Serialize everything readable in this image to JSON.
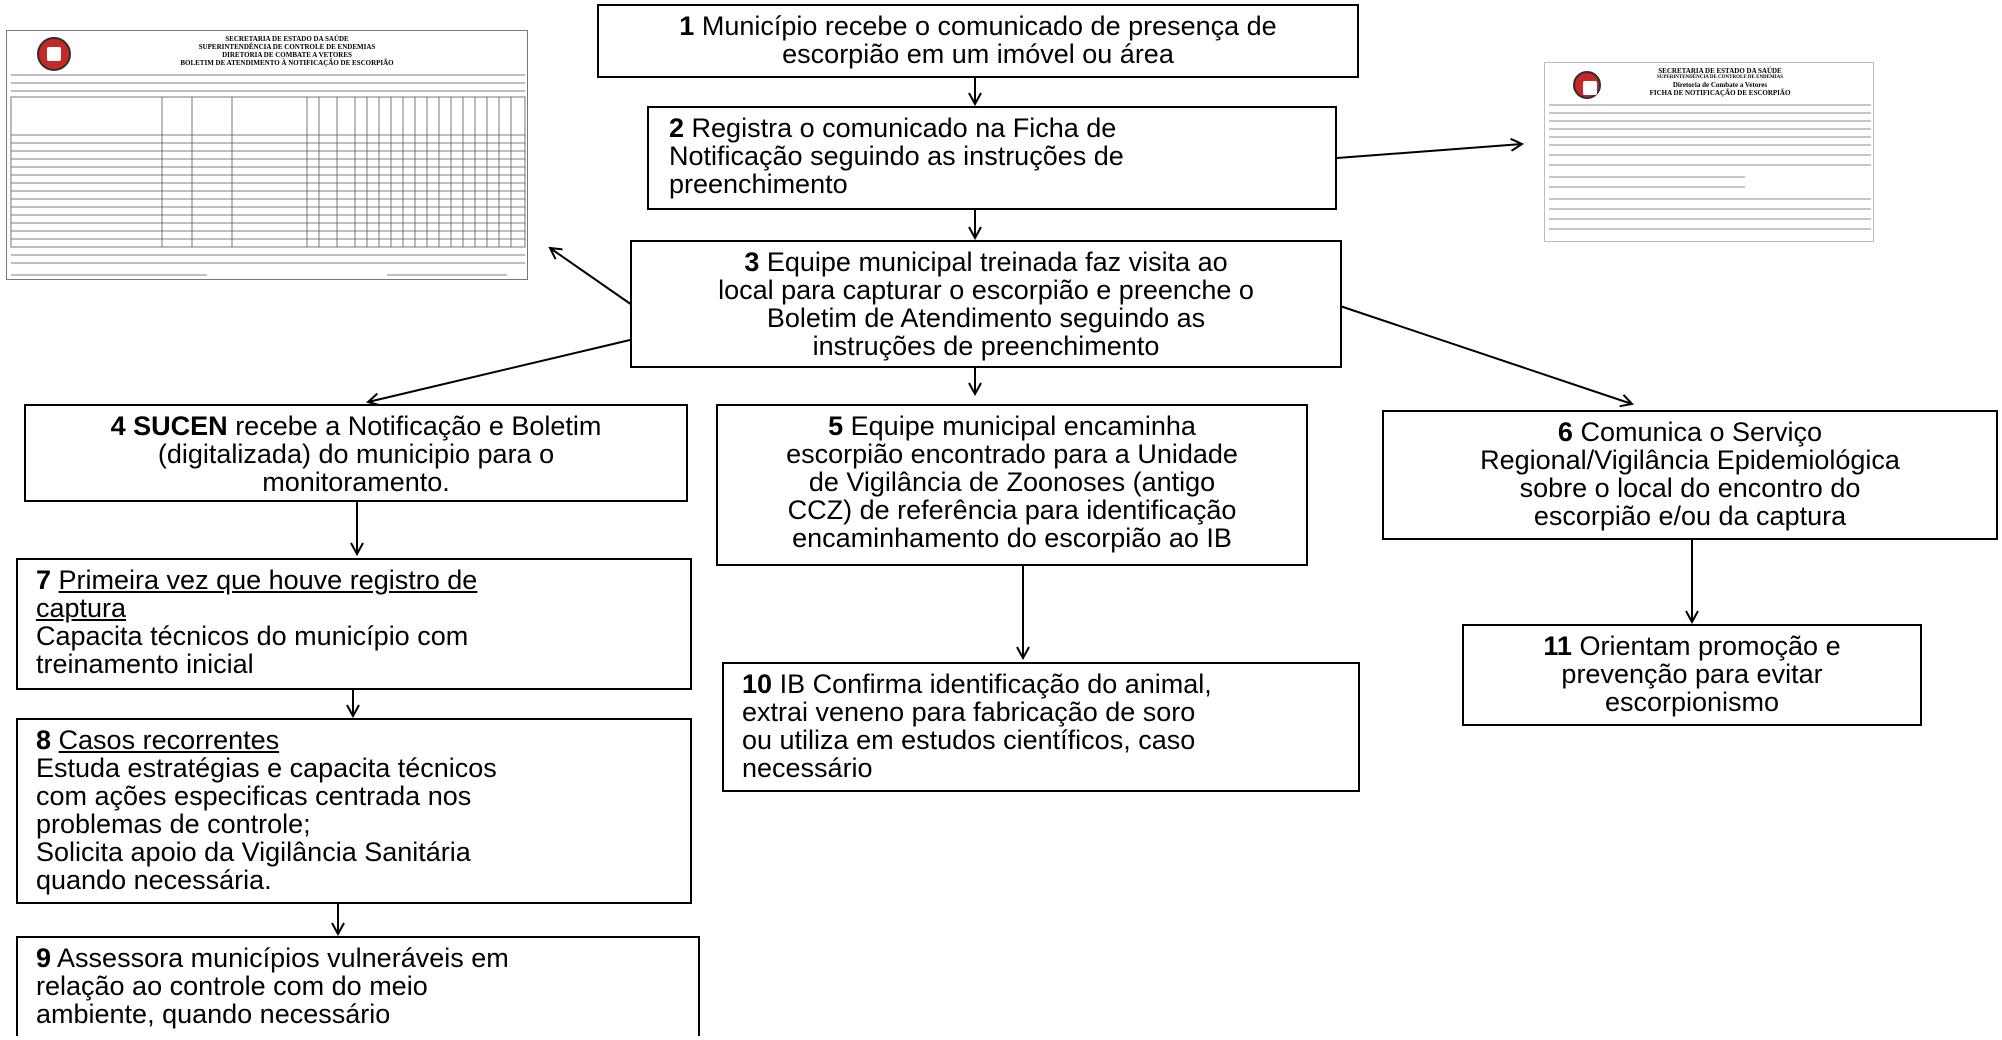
{
  "boxes": {
    "b1": {
      "num": "1",
      "lines": [
        "Município recebe o comunicado de presença de",
        "escorpião em um imóvel ou área"
      ]
    },
    "b2": {
      "num": "2",
      "lines": [
        "Registra o comunicado na Ficha de",
        "Notificação seguindo as instruções de",
        "preenchimento"
      ]
    },
    "b3": {
      "num": "3",
      "lines": [
        "Equipe municipal treinada faz visita ao",
        "local para capturar o escorpião e preenche o",
        "Boletim de Atendimento seguindo as",
        "instruções de preenchimento"
      ]
    },
    "b4": {
      "num": "4",
      "bold": "SUCEN",
      "lines": [
        "recebe a Notificação e Boletim",
        "(digitalizada) do municipio para o",
        "monitoramento."
      ]
    },
    "b5": {
      "num": "5",
      "lines": [
        "Equipe municipal encaminha",
        "escorpião encontrado para a Unidade",
        "de Vigilância de Zoonoses (antigo",
        "CCZ) de referência para identificação",
        "encaminhamento do escorpião ao IB"
      ]
    },
    "b6": {
      "num": "6",
      "lines": [
        "Comunica o Serviço",
        "Regional/Vigilância Epidemiológica",
        "sobre o local do encontro do",
        "escorpião e/ou da captura"
      ]
    },
    "b7": {
      "num": "7",
      "underlined": [
        "Primeira vez que houve registro de",
        "captura"
      ],
      "lines": [
        "Capacita técnicos do município com",
        "treinamento inicial"
      ]
    },
    "b8": {
      "num": "8",
      "underlined": [
        "Casos recorrentes"
      ],
      "lines": [
        "Estuda estratégias e capacita técnicos",
        "com ações especificas centrada nos",
        "problemas de controle;",
        "Solicita apoio da Vigilância Sanitária",
        "quando necessária."
      ]
    },
    "b9": {
      "num": "9",
      "lines": [
        "Assessora municípios vulneráveis em",
        "relação ao controle com do meio",
        "ambiente, quando necessário"
      ]
    },
    "b10": {
      "num": "10",
      "lines": [
        "IB Confirma identificação do animal,",
        "extrai veneno para fabricação de soro",
        "ou utiliza em estudos científicos, caso",
        "necessário"
      ]
    },
    "b11": {
      "num": "11",
      "lines": [
        "Orientam promoção e",
        "prevenção para evitar",
        "escorpionismo"
      ]
    }
  },
  "form_left": {
    "title_lines": [
      "SECRETARIA DE ESTADO DA SAÚDE",
      "SUPERINTENDÊNCIA DE CONTROLE DE ENDEMIAS",
      "DIRETORIA DE COMBATE A VETORES",
      "BOLETIM DE ATENDIMENTO À NOTIFICAÇÃO DE ESCORPIÃO"
    ]
  },
  "form_right": {
    "title_lines": [
      "SECRETARIA DE ESTADO DA SAÚDE",
      "SUPERINTENDÊNCIA DE CONTROLE DE ENDEMIAS",
      "Diretoria de Combate a Vetores",
      "FICHA DE NOTIFICAÇÃO DE ESCORPIÃO"
    ]
  },
  "colors": {
    "line": "#000000",
    "emblem": "#c62828"
  }
}
